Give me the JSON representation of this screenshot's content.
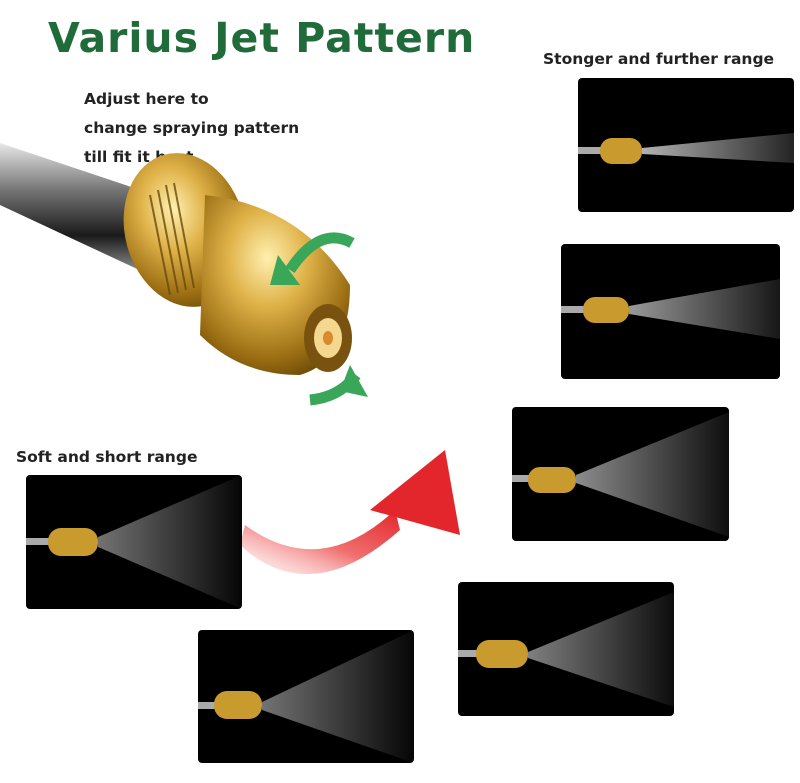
{
  "title": "Varius Jet Pattern",
  "instruction": [
    "Adjust here to",
    "change spraying pattern",
    "till fit it best"
  ],
  "label_soft": "Soft and short range",
  "label_strong": "Stonger and further range",
  "icons": [
    "rotate-arrows-icon",
    "progression-arrow-icon"
  ],
  "colors": {
    "title": "#1f6b3a",
    "rotate": "#3aa65a",
    "arrow": "#e3262b",
    "brass": "#c99a2e"
  }
}
